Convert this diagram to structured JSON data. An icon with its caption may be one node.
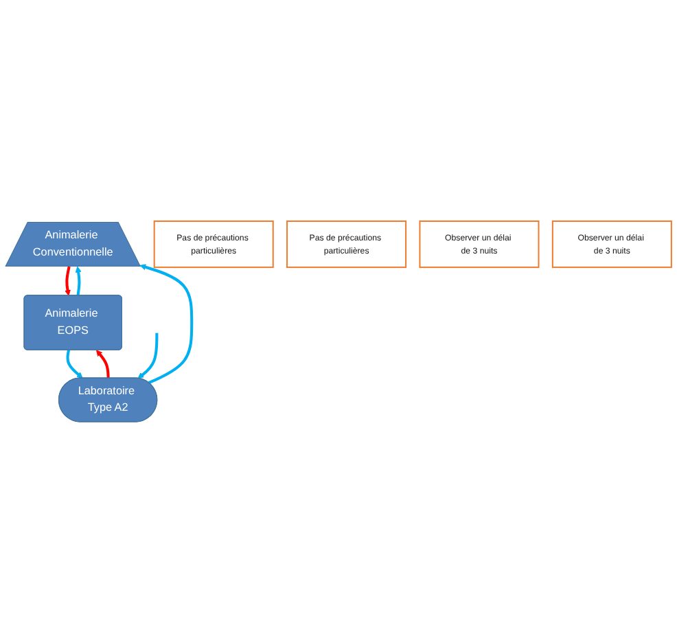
{
  "diagram": {
    "nodes": [
      {
        "text": [
          "Animalerie Conventionnelle"
        ]
      },
      {
        "text": [
          "Animalerie EOPS"
        ]
      },
      {
        "text": [
          "Laboratoire Type A2"
        ]
      },
      {
        "text": [
          "Pas de précautions particulières"
        ]
      },
      {
        "text": [
          "Pas de précautions particulières"
        ]
      },
      {
        "text": [
          "Observer un délai de 3 nuits"
        ]
      },
      {
        "text": [
          "Observer un délai de 3 nuits"
        ]
      }
    ],
    "edges": [
      {
        "from": 2,
        "to": 0,
        "arrow": "to"
      },
      {
        "from": null,
        "to": 2,
        "arrow": "to"
      },
      {
        "from": 1,
        "to": 0,
        "arrow": "to"
      },
      {
        "from": 0,
        "to": 1,
        "arrow": "to",
        "color": "#ff0000"
      },
      {
        "from": 1,
        "to": 2,
        "arrow": "to"
      },
      {
        "from": 2,
        "to": 1,
        "arrow": "to",
        "color": "#ff0000"
      }
    ]
  }
}
